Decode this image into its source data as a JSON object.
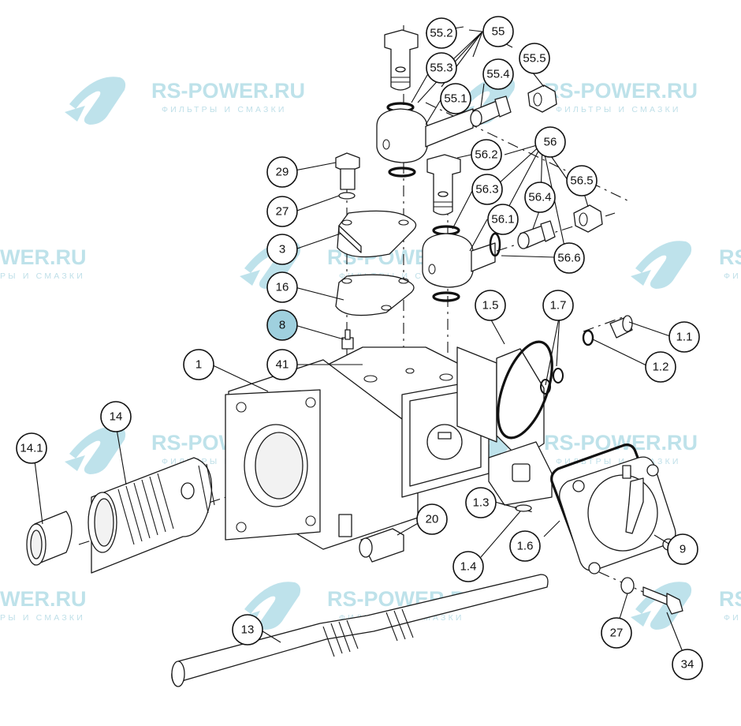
{
  "colors": {
    "callout_highlight": "#9fd0de",
    "watermark": "#a8d8e4",
    "line": "#111111"
  },
  "watermark": {
    "brand": "RS-POWER.RU",
    "tagline": "ФИЛЬТРЫ И СМАЗКИ",
    "brand_partial": "WER.RU",
    "tagline_partial": "РЫ И СМАЗКИ",
    "brand_right_partial": "RS",
    "tagline_right_partial": "ФИ",
    "logo_icon": "drop-ring-icon"
  },
  "callouts": [
    {
      "id": "c-55-2",
      "label": "55.2"
    },
    {
      "id": "c-55",
      "label": "55"
    },
    {
      "id": "c-55-3",
      "label": "55.3"
    },
    {
      "id": "c-55-4",
      "label": "55.4"
    },
    {
      "id": "c-55-5",
      "label": "55.5"
    },
    {
      "id": "c-55-1",
      "label": "55.1"
    },
    {
      "id": "c-56",
      "label": "56"
    },
    {
      "id": "c-56-2",
      "label": "56.2"
    },
    {
      "id": "c-56-3",
      "label": "56.3"
    },
    {
      "id": "c-56-4",
      "label": "56.4"
    },
    {
      "id": "c-56-5",
      "label": "56.5"
    },
    {
      "id": "c-56-1",
      "label": "56.1"
    },
    {
      "id": "c-56-6",
      "label": "56.6"
    },
    {
      "id": "c-29",
      "label": "29"
    },
    {
      "id": "c-27a",
      "label": "27"
    },
    {
      "id": "c-3",
      "label": "3"
    },
    {
      "id": "c-16",
      "label": "16"
    },
    {
      "id": "c-8",
      "label": "8",
      "highlight": true
    },
    {
      "id": "c-41",
      "label": "41"
    },
    {
      "id": "c-1",
      "label": "1"
    },
    {
      "id": "c-1-5",
      "label": "1.5"
    },
    {
      "id": "c-1-7",
      "label": "1.7"
    },
    {
      "id": "c-1-1",
      "label": "1.1"
    },
    {
      "id": "c-1-2",
      "label": "1.2"
    },
    {
      "id": "c-14",
      "label": "14"
    },
    {
      "id": "c-14-1",
      "label": "14.1"
    },
    {
      "id": "c-20",
      "label": "20"
    },
    {
      "id": "c-1-3",
      "label": "1.3"
    },
    {
      "id": "c-1-4",
      "label": "1.4"
    },
    {
      "id": "c-1-6",
      "label": "1.6"
    },
    {
      "id": "c-9",
      "label": "9"
    },
    {
      "id": "c-13",
      "label": "13"
    },
    {
      "id": "c-27b",
      "label": "27"
    },
    {
      "id": "c-34",
      "label": "34"
    }
  ]
}
